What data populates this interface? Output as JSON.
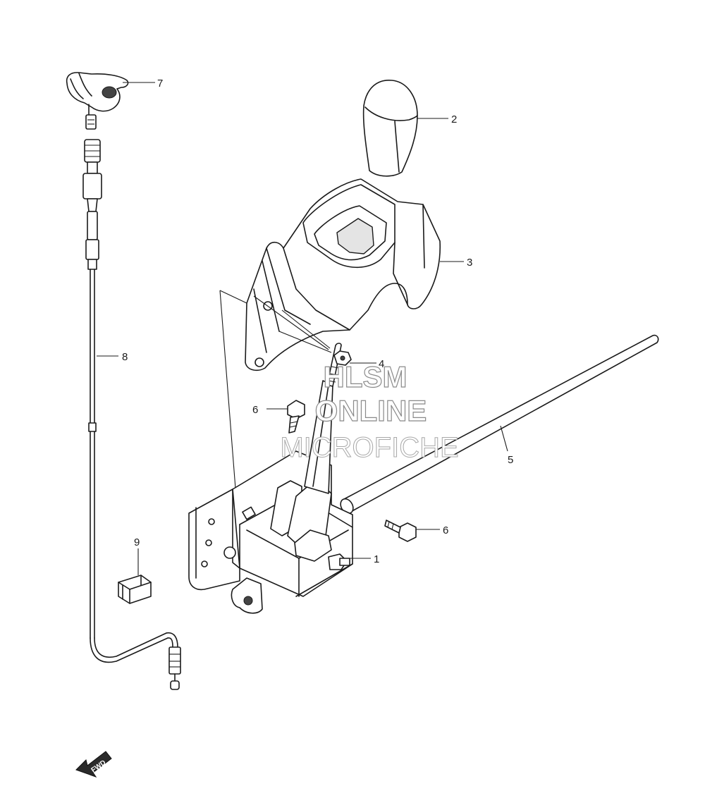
{
  "callouts": [
    {
      "id": "c1",
      "label": "1"
    },
    {
      "id": "c2",
      "label": "2"
    },
    {
      "id": "c3",
      "label": "3"
    },
    {
      "id": "c4",
      "label": "4"
    },
    {
      "id": "c5",
      "label": "5"
    },
    {
      "id": "c6a",
      "label": "6"
    },
    {
      "id": "c6b",
      "label": "6"
    },
    {
      "id": "c7",
      "label": "7"
    },
    {
      "id": "c8",
      "label": "8"
    },
    {
      "id": "c9",
      "label": "9"
    }
  ],
  "watermark": {
    "line1": "HLSM",
    "line2": "ONLINE",
    "line3": "MICROFICHE"
  },
  "fwd_badge": {
    "label": "FWD"
  }
}
